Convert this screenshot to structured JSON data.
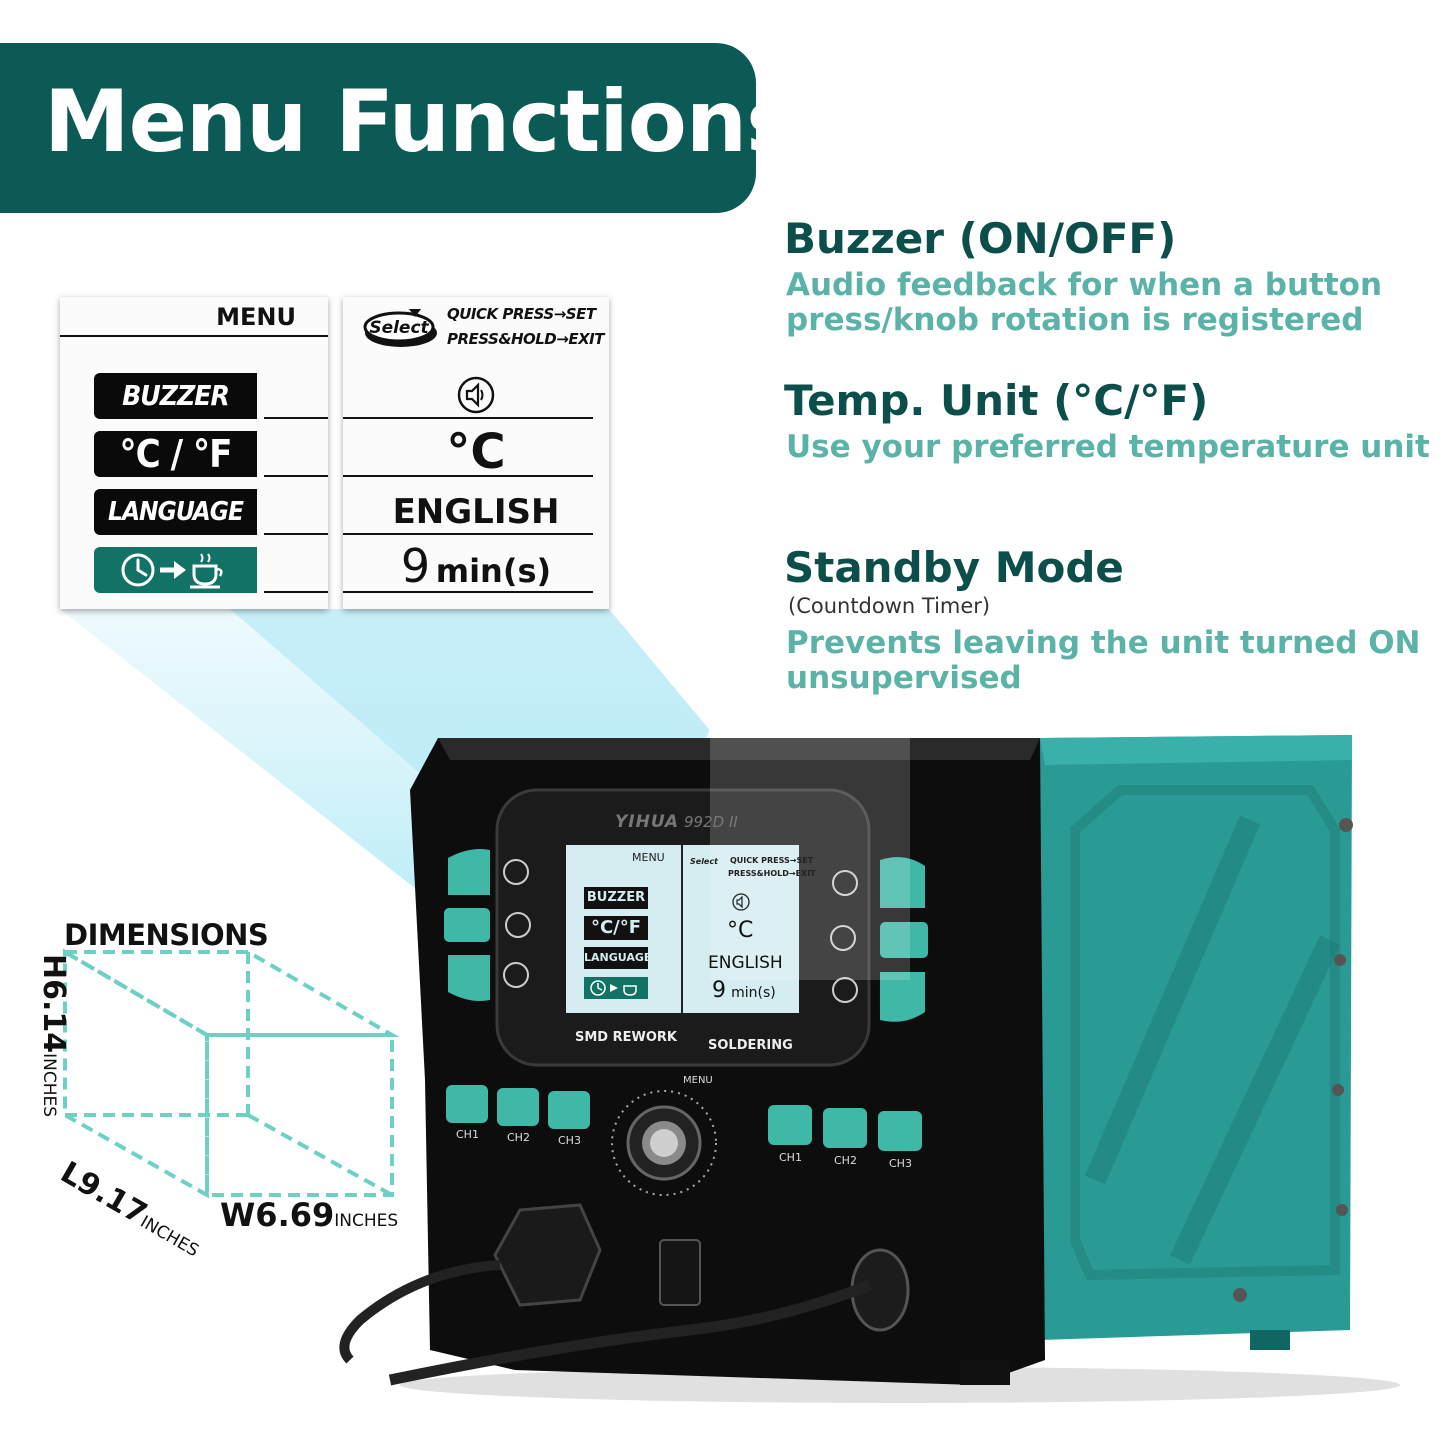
{
  "banner": {
    "title": "Menu Functions"
  },
  "menu_card": {
    "header": "MENU",
    "select_badge": "Select",
    "instruction_1": "QUICK PRESS→SET",
    "instruction_2": "PRESS&HOLD→EXIT",
    "items": [
      {
        "label": "BUZZER",
        "value_icon": "speaker-icon"
      },
      {
        "label": "°C / °F",
        "value": "°C"
      },
      {
        "label": "LANGUAGE",
        "value": "ENGLISH"
      },
      {
        "label_icon": "clock-arrow-coffee-icon",
        "value_number": "9",
        "value_unit": "min(s)"
      }
    ]
  },
  "features": [
    {
      "title": "Buzzer (ON/OFF)",
      "desc_1": "Audio feedback for when a button",
      "desc_2": "press/knob rotation is registered"
    },
    {
      "title": "Temp. Unit (°C/°F)",
      "desc_1": "Use your preferred temperature unit"
    },
    {
      "title": "Standby Mode",
      "subtitle": "(Countdown Timer)",
      "desc_1": "Prevents leaving the unit turned ON",
      "desc_2": "unsupervised"
    }
  ],
  "dimensions": {
    "title": "DIMENSIONS",
    "height": "H6.14",
    "height_unit": "INCHES",
    "length": "L9.17",
    "length_unit": "INCHES",
    "width": "W6.69",
    "width_unit": "INCHES"
  },
  "device": {
    "brand": "YIHUA",
    "model": "992D II",
    "lcd_header": "MENU",
    "lcd_select": "Select",
    "lcd_instr_1": "QUICK PRESS→SET",
    "lcd_instr_2": "PRESS&HOLD→EXIT",
    "lcd_items": [
      "BUZZER",
      "°C/°F",
      "LANGUAGE"
    ],
    "lcd_values": [
      "°C",
      "ENGLISH"
    ],
    "lcd_timer_number": "9",
    "lcd_timer_unit": "min(s)",
    "left_label": "SMD REWORK",
    "right_label": "SOLDERING",
    "knob_label": "MENU",
    "channels_left": [
      "CH1",
      "CH2",
      "CH3"
    ],
    "channels_right": [
      "CH1",
      "CH2",
      "CH3"
    ],
    "colors": {
      "teal": "#2a9a95",
      "button": "#3fb8a8",
      "body_dark": "#0d0d0d",
      "banner": "#0c5a55"
    }
  }
}
